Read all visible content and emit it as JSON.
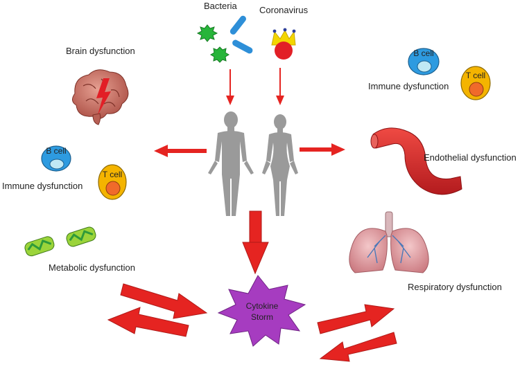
{
  "labels": {
    "bacteria": "Bacteria",
    "coronavirus": "Coronavirus",
    "brain": "Brain dysfunction",
    "immune_right": "Immune dysfunction",
    "immune_left": "Immune dysfunction",
    "endothelial": "Endothelial dysfunction",
    "metabolic": "Metabolic dysfunction",
    "respiratory": "Respiratory dysfunction",
    "storm_line1": "Cytokine",
    "storm_line2": "Storm",
    "b_cell": "B cell",
    "t_cell": "T cell"
  },
  "colors": {
    "arrow": "#e52421",
    "arrow_edge": "#b01a18",
    "storm": "#a63cc0",
    "human": "#9a9a9a",
    "b_cell": "#2e9be0",
    "b_nucleus": "#bfe9f5",
    "t_cell": "#f4b400",
    "t_nucleus": "#f06a2a",
    "bacteria_green": "#27b53a",
    "bacteria_blue": "#2e8fd8",
    "virus_red": "#e21f26",
    "virus_crown": "#f3d600",
    "vessel": "#d8262a",
    "brain": "#c0645a",
    "lung": "#d6949a"
  }
}
